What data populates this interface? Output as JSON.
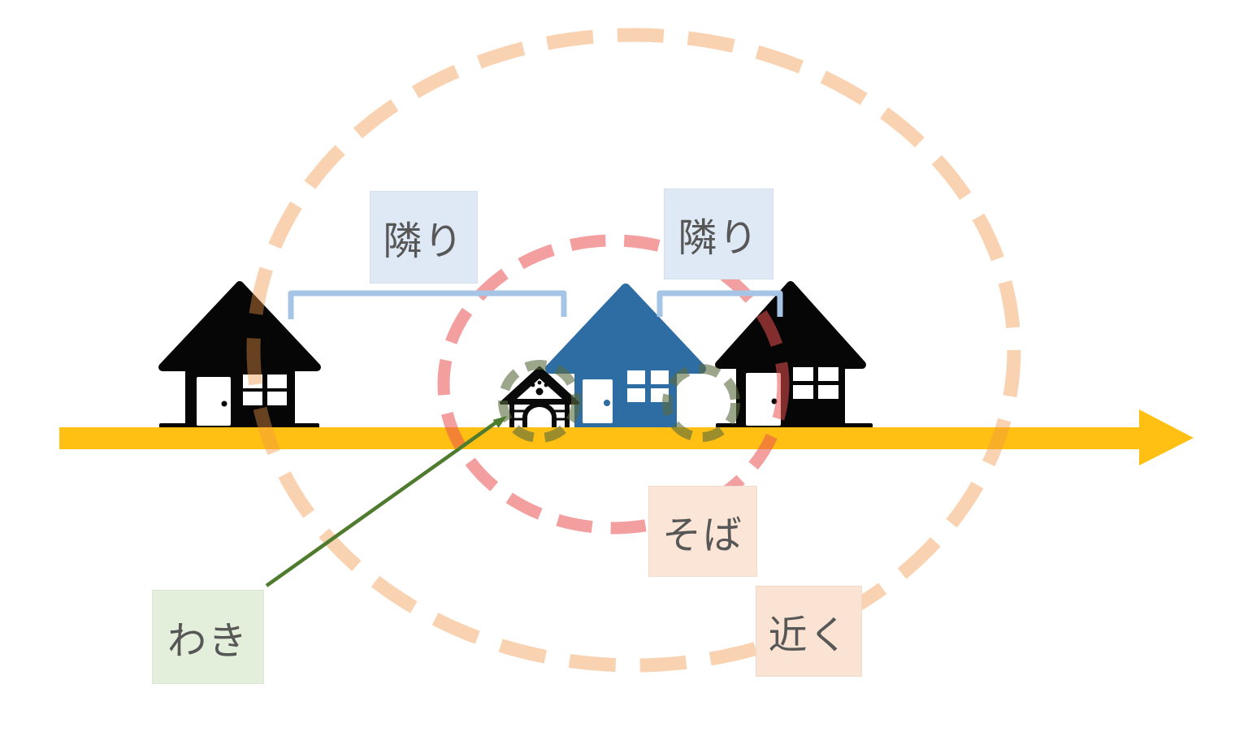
{
  "diagram": {
    "title": "japanese-proximity-words-diagram",
    "labels": {
      "tonari_left": "隣り",
      "tonari_right": "隣り",
      "soba": "そば",
      "chikaku": "近く",
      "waki": "わき"
    },
    "icons": {
      "left_house": "house-icon",
      "center_house": "house-icon",
      "right_house": "house-icon",
      "doghouse": "doghouse-icon",
      "timeline": "right-arrow-icon",
      "waki_pointer": "up-right-arrow-icon"
    },
    "colors": {
      "chikaku_circle": "rgba(240,150,70,0.42)",
      "soba_circle": "rgba(233,80,80,0.55)",
      "waki_circle": "rgba(90,107,62,0.6)",
      "timeline_arrow": "#FFC013",
      "tonari_bracket": "#A6C4E6",
      "waki_arrow": "#4E7B2D",
      "center_house": "#2E6DA4",
      "neighbor_house": "#000000",
      "label_bg_blue": "#DEE9F5",
      "label_bg_peach": "#FBE5D6",
      "label_bg_green": "#E3EFDB",
      "label_text": "#575757"
    }
  }
}
